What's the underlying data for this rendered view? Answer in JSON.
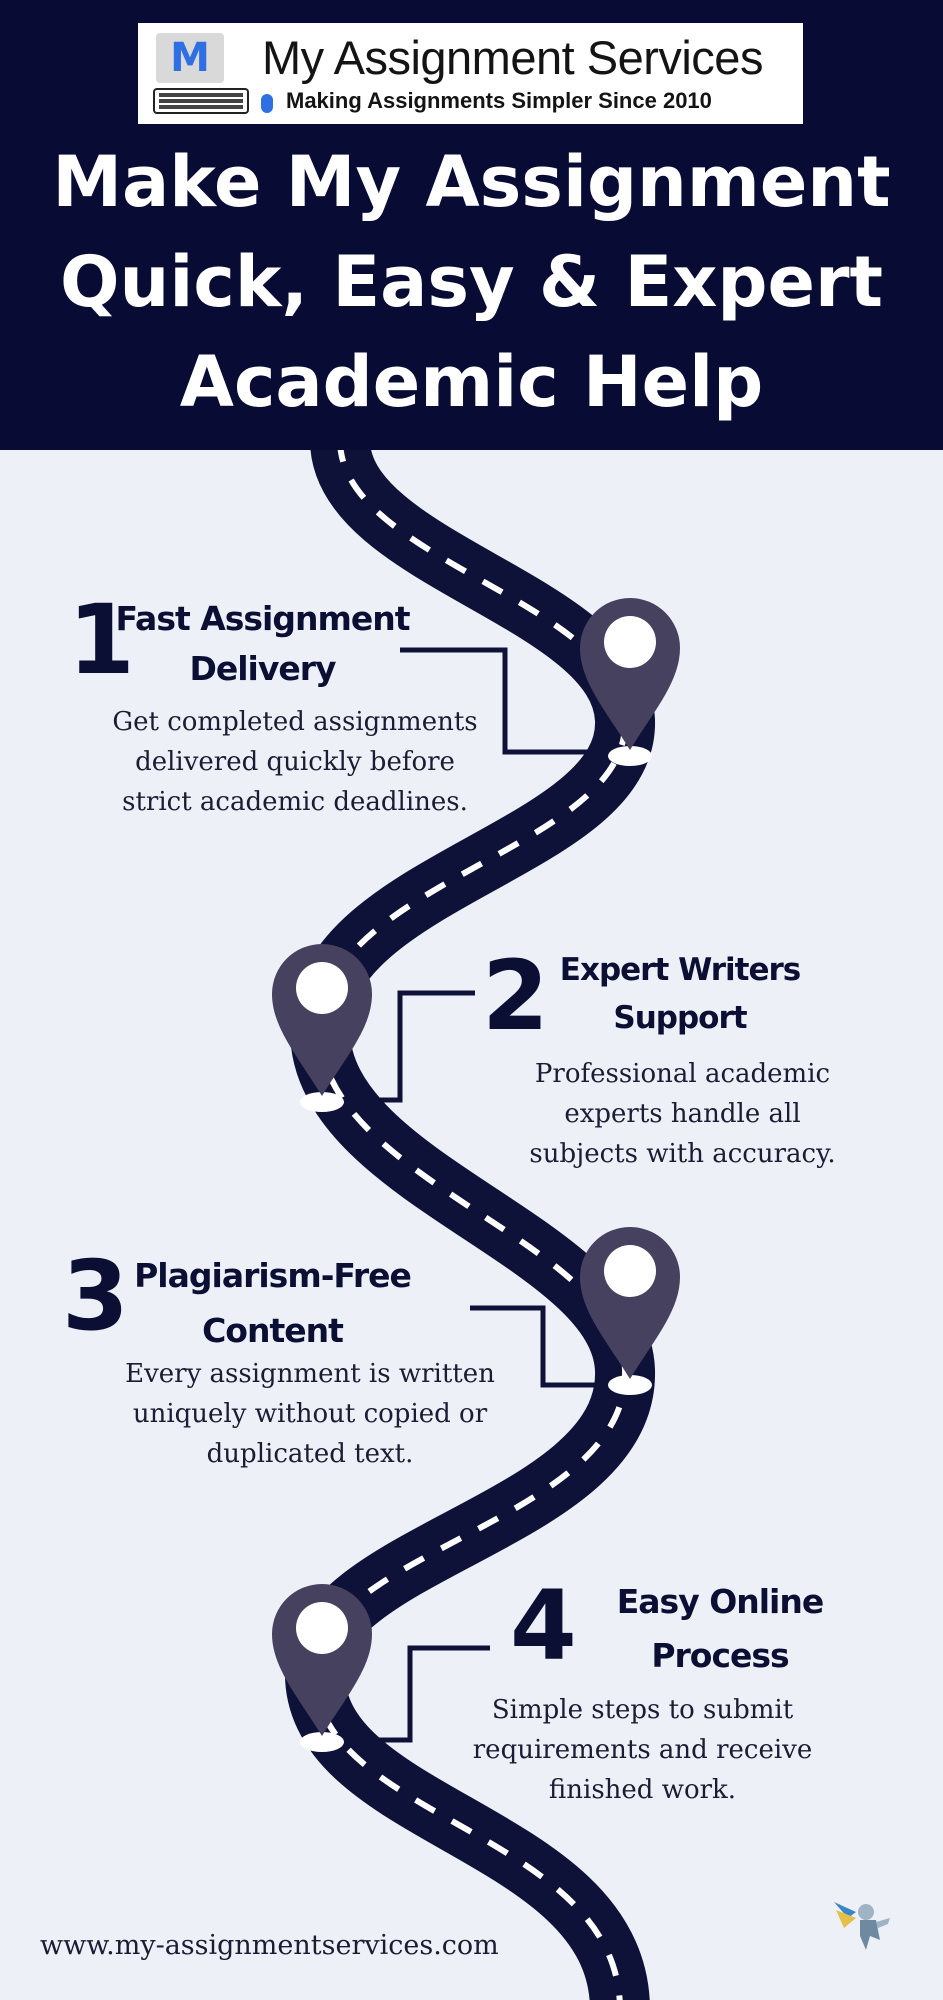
{
  "logo": {
    "mark": "M",
    "name": "My Assignment Services",
    "tagline": "Making Assignments Simpler Since 2010"
  },
  "title": {
    "line1": "Make My Assignment",
    "line2": "Quick, Easy & Expert",
    "line3": "Academic Help"
  },
  "steps": [
    {
      "number": "1",
      "title_line1": "Fast Assignment",
      "title_line2": "Delivery",
      "desc_line1": "Get completed assignments",
      "desc_line2": "delivered quickly before",
      "desc_line3": "strict academic deadlines."
    },
    {
      "number": "2",
      "title_line1": "Expert Writers",
      "title_line2": "Support",
      "desc_line1": "Professional academic",
      "desc_line2": "experts handle all",
      "desc_line3": "subjects with accuracy."
    },
    {
      "number": "3",
      "title_line1": "Plagiarism-Free",
      "title_line2": "Content",
      "desc_line1": "Every assignment is written",
      "desc_line2": "uniquely without copied or",
      "desc_line3": "duplicated text."
    },
    {
      "number": "4",
      "title_line1": "Easy Online",
      "title_line2": "Process",
      "desc_line1": "Simple steps to submit",
      "desc_line2": "requirements and receive",
      "desc_line3": "finished work."
    }
  ],
  "footer": {
    "url": "www.my-assignmentservices.com"
  },
  "colors": {
    "navy": "#080c35",
    "road": "#0e1138",
    "pin": "#46415f",
    "background": "#edf1f7",
    "brand_blue": "#2f6fe4"
  },
  "icons": [
    "map-pin-icon",
    "keyboard-icon",
    "mouse-icon",
    "mascot-icon"
  ]
}
